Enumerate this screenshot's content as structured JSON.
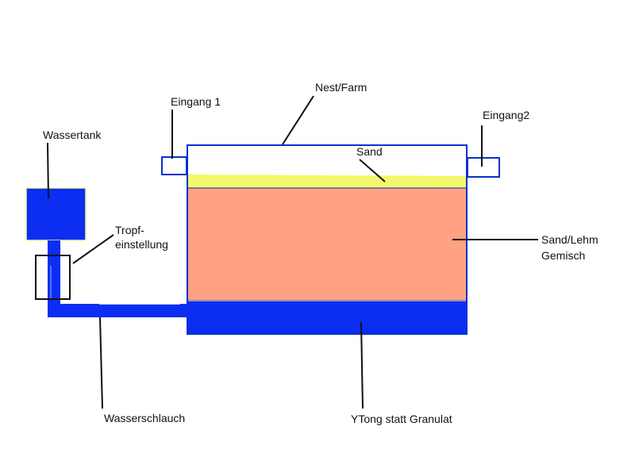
{
  "labels": {
    "wassertank": "Wassertank",
    "eingang1": "Eingang 1",
    "nest_farm": "Nest/Farm",
    "eingang2": "Eingang2",
    "sand": "Sand",
    "sand_lehm_line1": "Sand/Lehm",
    "sand_lehm_line2": "Gemisch",
    "tropf_line1": "Tropf-",
    "tropf_line2": "einstellung",
    "wasserschlauch": "Wasserschlauch",
    "ytong": "YTong statt Granulat"
  },
  "colors": {
    "water_blue": "#0b2ef2",
    "outline_blue": "#0a2fd0",
    "sand_yellow": "#f3f86a",
    "sand_clay_orange": "#fea282",
    "tank_border_yellow": "#f4f890",
    "leader_line": "#111111"
  }
}
